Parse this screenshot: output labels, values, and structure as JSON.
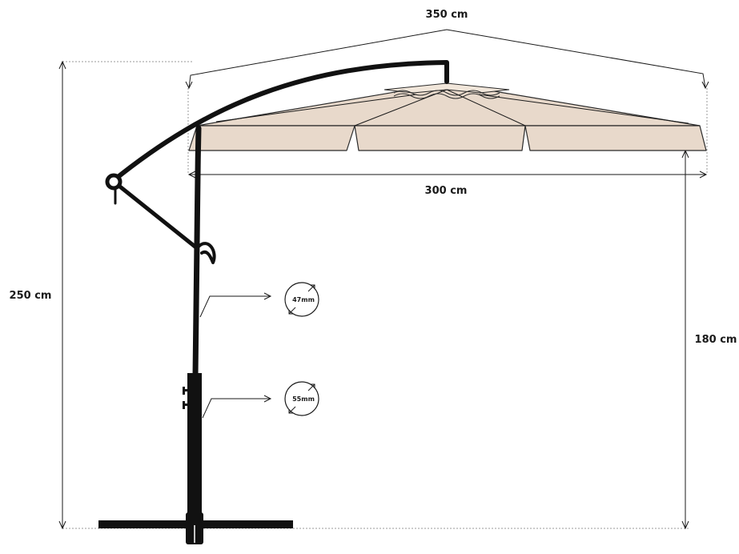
{
  "dimensions": {
    "canopy_diagonal": "350 cm",
    "canopy_width": "300 cm",
    "total_height": "250 cm",
    "clearance_height": "180 cm"
  },
  "pole_diameters": {
    "upper": "47mm",
    "lower": "55mm"
  },
  "colors": {
    "canopy": "#e8d9cb",
    "frame": "#111111"
  }
}
